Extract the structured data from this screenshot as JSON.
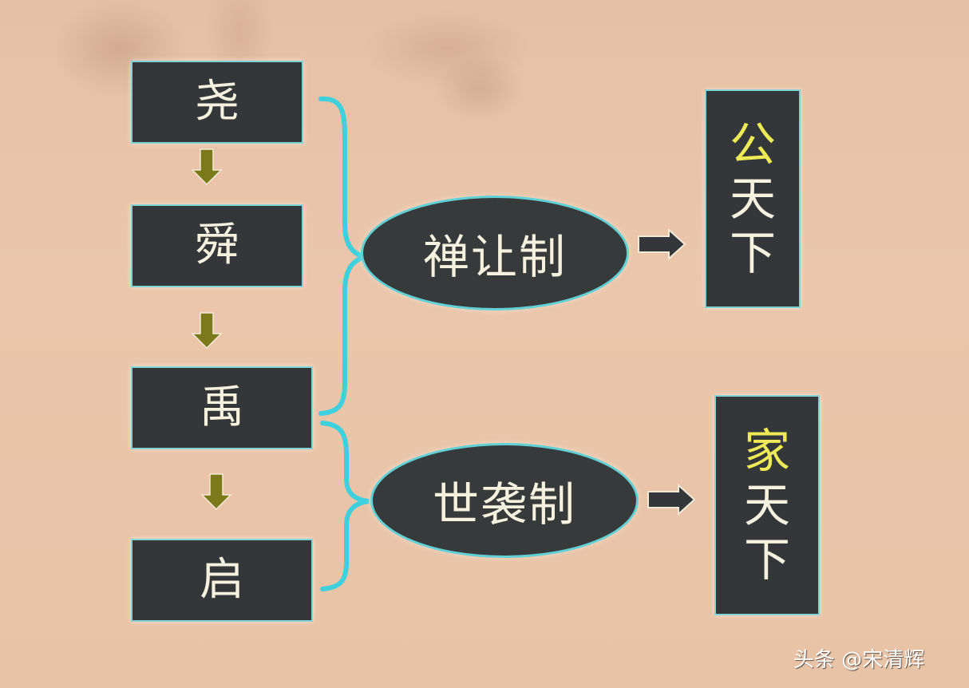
{
  "diagram": {
    "rulers": [
      {
        "label": "尧"
      },
      {
        "label": "舜"
      },
      {
        "label": "禹"
      },
      {
        "label": "启"
      }
    ],
    "systems": [
      {
        "label": "禅让制",
        "result_highlight": "公",
        "result_rest_1": "天",
        "result_rest_2": "下"
      },
      {
        "label": "世袭制",
        "result_highlight": "家",
        "result_rest_1": "天",
        "result_rest_2": "下"
      }
    ],
    "icons": {
      "succession_arrow": "down-arrow-icon",
      "result_arrow": "right-arrow-icon",
      "group_bracket": "curly-brace-icon"
    },
    "colors": {
      "background": "#e8c3a6",
      "box_fill": "#343739",
      "outline": "#62d0d5",
      "text": "#f6f1de",
      "highlight_text": "#eeea57",
      "down_arrow": "#7a7a1a"
    }
  },
  "watermark": {
    "text": "头条 @宋清辉"
  }
}
